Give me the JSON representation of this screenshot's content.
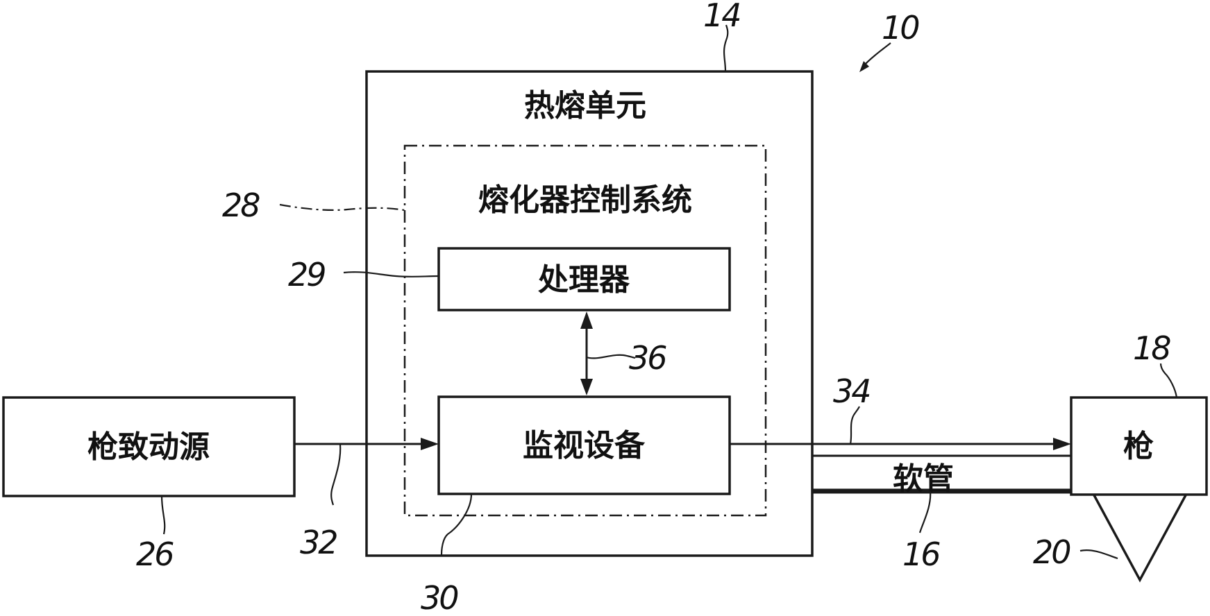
{
  "labels": {
    "hot_melt_unit": "热熔单元",
    "melter_control_system": "熔化器控制系统",
    "processor": "处理器",
    "monitoring_device": "监视设备",
    "gun_actuation_source": "枪致动源",
    "gun": "枪",
    "hose": "软管"
  },
  "reference_numerals": {
    "system": "10",
    "hot_melt_unit": "14",
    "hose": "16",
    "gun": "18",
    "nozzle": "20",
    "gun_actuation_source": "26",
    "melter_control_system": "28",
    "processor": "29",
    "monitoring_device": "30",
    "actuation_signal": "32",
    "output_signal": "34",
    "bidirectional_link": "36"
  }
}
